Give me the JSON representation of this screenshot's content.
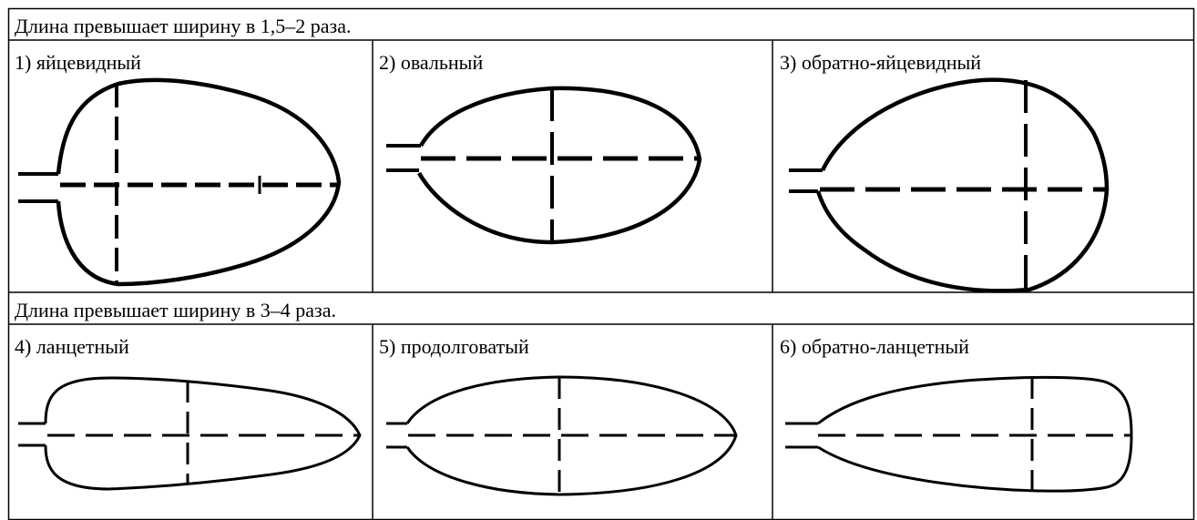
{
  "sections": [
    {
      "heading": "Длина превышает ширину в 1,5–2 раза."
    },
    {
      "heading": "Длина превышает ширину в 3–4 раза."
    }
  ],
  "cells": [
    {
      "label": "1) яйцевидный",
      "shape": "egg-shaped leaf outline"
    },
    {
      "label": "2) овальный",
      "shape": "oval leaf outline"
    },
    {
      "label": "3) обратно-яйцевидный",
      "shape": "obovate leaf outline"
    },
    {
      "label": "4) ланцетный",
      "shape": "lanceolate leaf outline"
    },
    {
      "label": "5) продолговатый",
      "shape": "oblong leaf outline"
    },
    {
      "label": "6) обратно-ланцетный",
      "shape": "oblanceolate leaf outline"
    }
  ]
}
